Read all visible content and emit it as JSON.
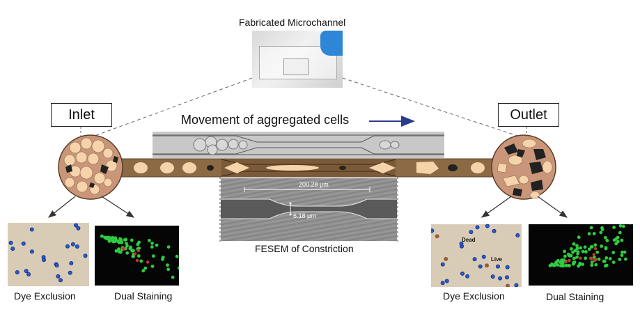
{
  "top": {
    "title": "Fabricated Microchannel"
  },
  "inlet": {
    "label": "Inlet"
  },
  "outlet": {
    "label": "Outlet"
  },
  "movement": {
    "label": "Movement of aggregated cells"
  },
  "fesem": {
    "caption": "FESEM of Constriction",
    "length_label": "200.28 μm",
    "width_label": "6.18 μm"
  },
  "left_panels": {
    "dye_exclusion": "Dye Exclusion",
    "dual_staining": "Dual Staining"
  },
  "right_panels": {
    "dye_exclusion": "Dye Exclusion",
    "dual_staining": "Dual Staining",
    "dead_label": "Dead",
    "live_label": "Live"
  },
  "colors": {
    "channel": "#8b6a45",
    "chamber": "#c9967a",
    "cell": "#f6d3aa",
    "dark_cell": "#222222",
    "arrow_blue": "#2c3c8c",
    "green_cell": "#2ecc40",
    "blue_dot": "#2d58c8"
  }
}
